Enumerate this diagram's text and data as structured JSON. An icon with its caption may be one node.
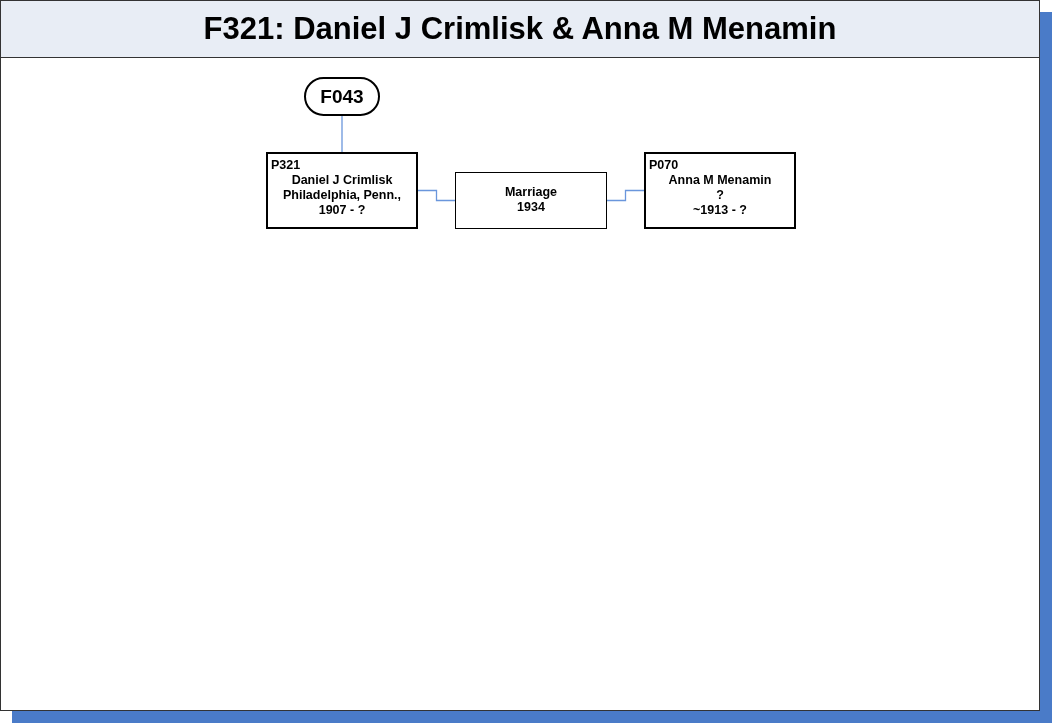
{
  "diagram": {
    "title": "F321: Daniel J Crimlisk & Anna M Menamin",
    "nodes": [
      {
        "text": [
          "F043"
        ]
      },
      {
        "text": [
          "P321",
          "Daniel J Crimlisk",
          "Philadelphia, Penn.,",
          "1907 - ?"
        ]
      },
      {
        "text": [
          "Marriage",
          "1934"
        ]
      },
      {
        "text": [
          "P070",
          "Anna M Menamin",
          "?",
          "~1913 - ?"
        ]
      }
    ],
    "edges": [
      {
        "from": 0,
        "to": 1,
        "arrow": "none"
      },
      {
        "from": 1,
        "to": 2,
        "arrow": "none"
      },
      {
        "from": 2,
        "to": 3,
        "arrow": "none"
      }
    ]
  }
}
